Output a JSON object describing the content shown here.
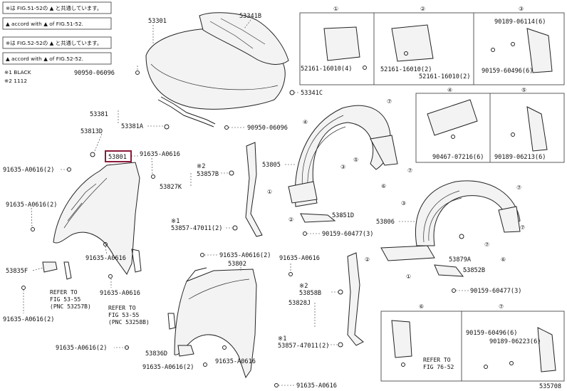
{
  "notes": {
    "row1": "※は FIG.51-52の ▲ と共通しています。",
    "row2": "▲ accord with ▲ of FIG.51-52.",
    "row3": "※は FIG.52-52の ▲ と共通しています。",
    "row4": "▲ accord with ▲ of FIG.52-52.",
    "row5": "※1 BLACK",
    "row6": "※2 1112"
  },
  "labels": {
    "p53301": "53301",
    "p53341B": "53341B",
    "p90950a": "90950-06096",
    "p53341C": "53341C",
    "p53381": "53381",
    "p53381A": "53381A",
    "p90950b": "90950-06096",
    "p53813D": "53813D",
    "p53801": "53801",
    "p91635a": "91635-A0616",
    "p91635b": "91635-A0616(2)",
    "p91635c": "91635-A0616(2)",
    "p53857B": "53857B",
    "p53827K": "53827K",
    "x2a": "※2",
    "x1a": "※1",
    "p53857_47011a": "53857-47011(2)",
    "p91635d": "91635-A0616",
    "p53835F": "53835F",
    "p91635e": "91635-A0616",
    "p91635f": "91635-A0616(2)",
    "p53802": "53802",
    "p91635g": "91635-A0616(2)",
    "p91635h": "91635-A0616",
    "x2b": "※2",
    "p53858B": "53858B",
    "p53828J": "53828J",
    "x1b": "※1",
    "p53857_47011b": "53857-47011(2)",
    "p91635i": "91635-A0616(2)",
    "p53836D": "53836D",
    "p91635j": "91635-A0616",
    "p91635k": "91635-A0616(2)",
    "p91635l": "91635-A0616",
    "p53805": "53805",
    "p53851D": "53851D",
    "p90159a": "90159-60477(3)",
    "p53806": "53806",
    "p53879A": "53879A",
    "p53852B": "53852B",
    "p90159b": "90159-60477(3)",
    "p52161a": "52161-16010(4)",
    "p52161b": "52161-16010(2)",
    "p52161c": "52161-16010(2)",
    "p90189a": "90189-06114(6)",
    "p90159c": "90159-60496(6)",
    "p90467": "90467-07216(6)",
    "p90189b": "90189-06213(6)",
    "p90159d": "90159-60496(6)",
    "p90189c": "90189-06223(6)",
    "figcode": "535708"
  },
  "refers": {
    "r1": [
      "REFER TO",
      "FIG 53-55",
      "(PNC 53257B)"
    ],
    "r2": [
      "REFER TO",
      "FIG 53-55",
      "(PNC 53258B)"
    ],
    "r3": [
      "REFER TO",
      "FIG 76-52"
    ]
  },
  "circles": [
    "①",
    "②",
    "③",
    "④",
    "⑤",
    "⑥",
    "⑦"
  ]
}
